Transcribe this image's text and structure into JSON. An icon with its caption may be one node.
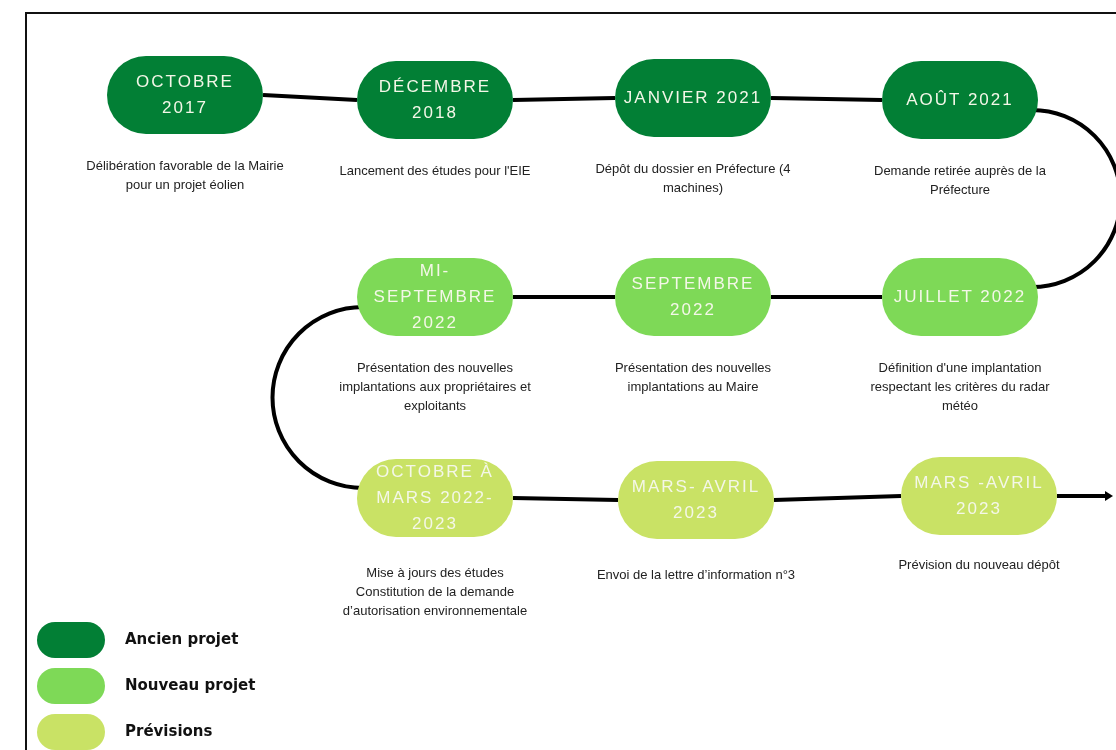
{
  "diagram": {
    "nodes": [
      {
        "text": [
          "OCTOBRE 2017"
        ],
        "beside": [
          "Délibération favorable de la Mairie pour un projet éolien"
        ]
      },
      {
        "text": [
          "DÉCEMBRE 2018"
        ],
        "beside": [
          "Lancement des études pour l'EIE"
        ]
      },
      {
        "text": [
          "JANVIER 2021"
        ],
        "beside": [
          "Dépôt du dossier en Préfecture (4 machines)"
        ]
      },
      {
        "text": [
          "AOÛT 2021"
        ],
        "beside": [
          "Demande retirée auprès de la Préfecture"
        ]
      },
      {
        "text": [
          "JUILLET 2022"
        ],
        "beside": [
          "Définition d'une implantation respectant les critères du radar météo"
        ]
      },
      {
        "text": [
          "SEPTEMBRE 2022"
        ],
        "beside": [
          "Présentation des nouvelles implantations au Maire"
        ]
      },
      {
        "text": [
          "MI- SEPTEMBRE 2022"
        ],
        "beside": [
          "Présentation des nouvelles implantations aux propriétaires et exploitants"
        ]
      },
      {
        "text": [
          "OCTOBRE À MARS 2022-2023"
        ],
        "beside": [
          "Mise à jours des études Constitution de la demande d’autorisation environnementale"
        ]
      },
      {
        "text": [
          "MARS- AVRIL 2023"
        ],
        "beside": [
          "Envoi de la lettre d’information n°3"
        ]
      },
      {
        "text": [
          "MARS -AVRIL 2023"
        ],
        "beside": [
          "Prévision du nouveau dépôt"
        ]
      }
    ],
    "edges": [
      {
        "from": 0,
        "to": 1,
        "arrow": "none"
      },
      {
        "from": 1,
        "to": 2,
        "arrow": "none"
      },
      {
        "from": 2,
        "to": 3,
        "arrow": "none"
      },
      {
        "from": 3,
        "to": 4,
        "arrow": "none"
      },
      {
        "from": 4,
        "to": 5,
        "arrow": "none"
      },
      {
        "from": 5,
        "to": 6,
        "arrow": "none"
      },
      {
        "from": 6,
        "to": 7,
        "arrow": "none"
      },
      {
        "from": 7,
        "to": 8,
        "arrow": "none"
      },
      {
        "from": 8,
        "to": 9,
        "arrow": "none"
      },
      {
        "from": 9,
        "to": null,
        "arrow": "to"
      }
    ],
    "legend": [
      {
        "text": "Ancien projet",
        "color": "#027f35"
      },
      {
        "text": "Nouveau projet",
        "color": "#7ed957"
      },
      {
        "text": "Prévisions",
        "color": "#c9e265"
      }
    ]
  }
}
